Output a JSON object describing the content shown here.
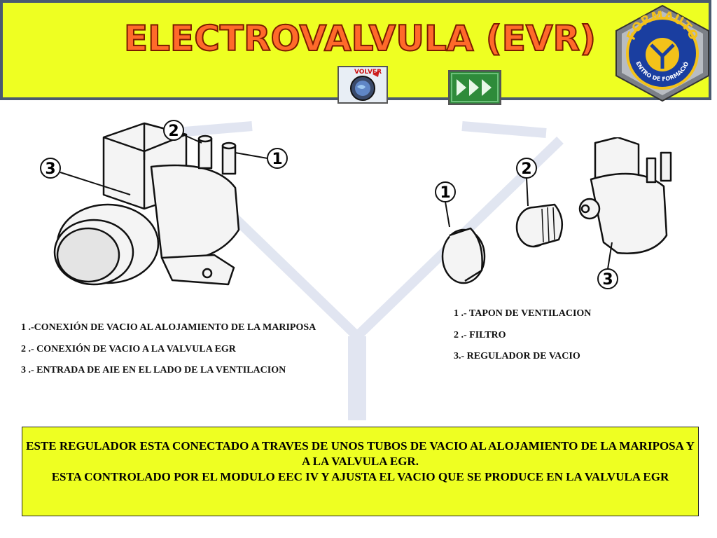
{
  "header": {
    "title": "ELECTROVALVULA (EVR)",
    "volver_label": "VOLVER",
    "logo": {
      "brand": "FORMAUTO",
      "subtitle": "CENTRO DE FORMACIÓN"
    }
  },
  "left_diagram": {
    "callouts": [
      "3",
      "2",
      "1"
    ],
    "captions": [
      "1 .-CONEXIÓN DE VACIO AL ALOJAMIENTO DE LA MARIPOSA",
      "2 .- CONEXIÓN DE VACIO A LA VALVULA EGR",
      "3 .- ENTRADA DE AIE EN EL LADO DE LA VENTILACION"
    ]
  },
  "right_diagram": {
    "callouts": [
      "1",
      "2",
      "3"
    ],
    "captions": [
      "1 .- TAPON DE VENTILACION",
      "2 .- FILTRO",
      "3.- REGULADOR DE VACIO"
    ]
  },
  "info": {
    "line1": "ESTE REGULADOR ESTA CONECTADO A TRAVES DE UNOS TUBOS DE VACIO AL ALOJAMIENTO DE LA MARIPOSA Y A LA VALVULA EGR.",
    "line2": "ESTA CONTROLADO POR EL MODULO EEC IV Y AJUSTA EL VACIO QUE SE PRODUCE EN LA VALVULA EGR"
  },
  "colors": {
    "header_bg": "#eeff22",
    "header_border": "#4a5a70",
    "title_fill": "#ff6a2a",
    "title_outline": "#7a1a00",
    "next_button": "#2e8b3a"
  }
}
